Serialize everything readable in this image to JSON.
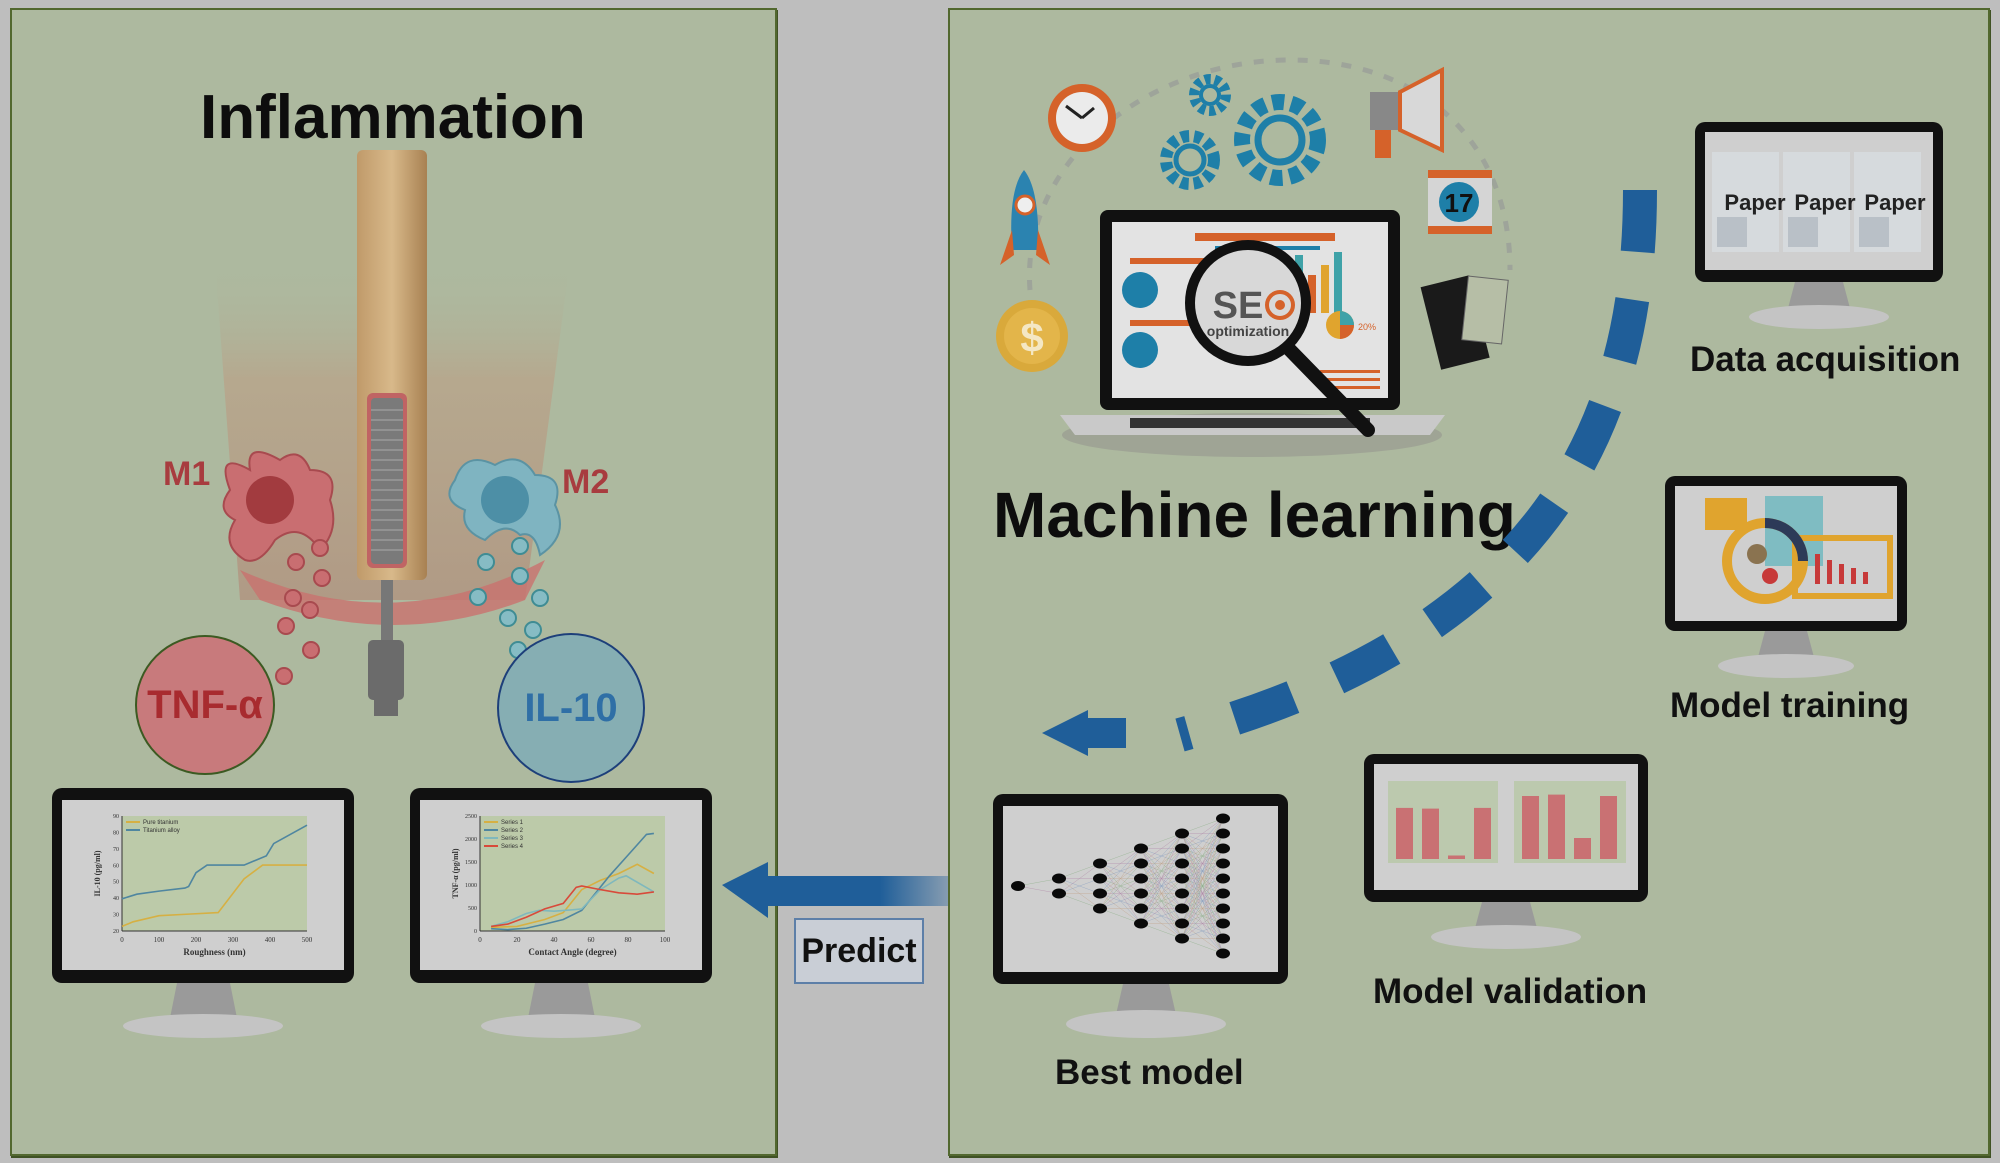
{
  "left": {
    "title": "Inflammation",
    "macrophages": [
      {
        "label": "M1",
        "color": "#a83c3f"
      },
      {
        "label": "M2",
        "color": "#a83c3f"
      }
    ],
    "cytokines": [
      {
        "label": "TNF-α",
        "fill": "#c87a7c",
        "text_color": "#a82b2f",
        "border": "#3c5a22"
      },
      {
        "label": "IL-10",
        "fill": "#86aeb3",
        "text_color": "#2f6fa6",
        "border": "#1d3f7a"
      }
    ],
    "chart_data": [
      {
        "type": "line",
        "title": "",
        "xlabel": "Roughness (nm)",
        "ylabel": "IL-10 (pg/ml)",
        "x_ticks": [
          "0",
          "100",
          "200",
          "300",
          "400",
          "500"
        ],
        "y_ticks": [
          "20",
          "30",
          "40",
          "50",
          "60",
          "70",
          "80",
          "90"
        ],
        "xlim": [
          0,
          500
        ],
        "ylim": [
          15,
          90
        ],
        "legend": "top-left",
        "series": [
          {
            "name": "Pure titanium",
            "color": "#d6b043",
            "x": [
              0,
              30,
              100,
              180,
              260,
              330,
              380,
              430,
              500
            ],
            "y": [
              18,
              21,
              25,
              26,
              27,
              49,
              58,
              58,
              58
            ]
          },
          {
            "name": "Titanium alloy",
            "color": "#4f86a0",
            "x": [
              0,
              40,
              100,
              170,
              180,
              200,
              230,
              330,
              390,
              410,
              500
            ],
            "y": [
              36,
              39,
              41,
              43,
              44,
              53,
              58,
              58,
              64,
              72,
              84
            ]
          }
        ]
      },
      {
        "type": "line",
        "title": "",
        "xlabel": "Contact Angle (degree)",
        "ylabel": "TNF-α (pg/ml)",
        "x_ticks": [
          "0",
          "20",
          "40",
          "60",
          "80",
          "100"
        ],
        "y_ticks": [
          "0",
          "500",
          "1000",
          "1500",
          "2000",
          "2500"
        ],
        "xlim": [
          0,
          100
        ],
        "ylim": [
          0,
          2500
        ],
        "legend": "top-left",
        "series": [
          {
            "name": "Series 1",
            "color": "#d6b043",
            "x": [
              6,
              20,
              35,
              45,
              55,
              65,
              75,
              85,
              94
            ],
            "y": [
              80,
              100,
              250,
              400,
              900,
              1100,
              1250,
              1450,
              1250
            ]
          },
          {
            "name": "Series 2",
            "color": "#4f86a0",
            "x": [
              6,
              15,
              25,
              35,
              45,
              55,
              60,
              70,
              80,
              90,
              94
            ],
            "y": [
              50,
              30,
              60,
              150,
              250,
              450,
              700,
              1200,
              1650,
              2100,
              2120
            ]
          },
          {
            "name": "Series 3",
            "color": "#7fb8bd",
            "x": [
              6,
              15,
              25,
              32,
              40,
              50,
              55,
              65,
              75,
              79,
              94
            ],
            "y": [
              100,
              200,
              380,
              450,
              430,
              460,
              480,
              900,
              1150,
              1200,
              850
            ]
          },
          {
            "name": "Series 4",
            "color": "#d84a3a",
            "x": [
              6,
              15,
              25,
              35,
              45,
              52,
              55,
              65,
              75,
              85,
              94
            ],
            "y": [
              100,
              150,
              300,
              480,
              600,
              950,
              980,
              900,
              830,
              800,
              850
            ]
          }
        ]
      }
    ]
  },
  "middle": {
    "predict_label": "Predict",
    "arrow_color": "#1f5e99"
  },
  "right": {
    "title": "Machine learning",
    "seo_text": "SE",
    "seo_subtext": "optimization",
    "calendar_day": "17",
    "pie_label": "20%",
    "steps": [
      {
        "id": "data-acquisition",
        "label": "Data acquisition",
        "papers": [
          "Paper",
          "Paper",
          "Paper"
        ]
      },
      {
        "id": "model-training",
        "label": "Model training"
      },
      {
        "id": "model-validation",
        "label": "Model validation"
      },
      {
        "id": "best-model",
        "label": "Best model",
        "network_layers": [
          1,
          2,
          4,
          6,
          8,
          10
        ]
      }
    ],
    "validation_bars": {
      "left_chart": [
        0.73,
        0.72,
        0.05,
        0.73
      ],
      "right_chart": [
        0.9,
        0.92,
        0.3,
        0.9
      ],
      "color": "#c97173"
    },
    "flow_arrow_color": "#1f5e99"
  }
}
